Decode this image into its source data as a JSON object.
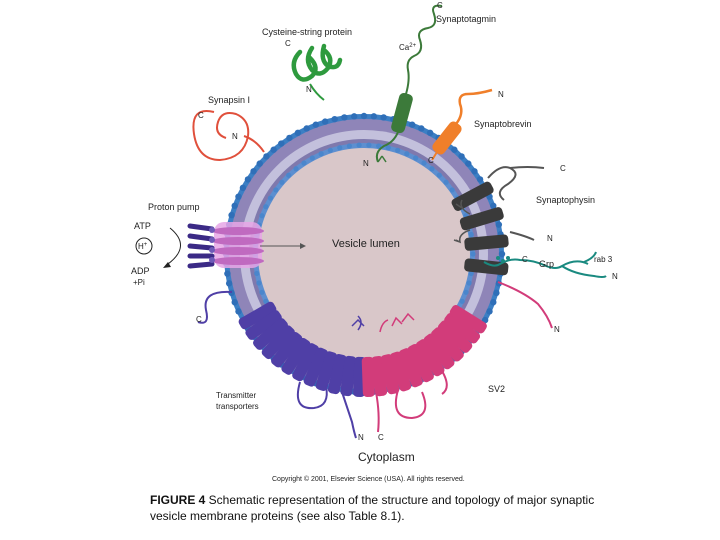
{
  "labels": {
    "cysteine_string": "Cysteine-string protein",
    "synaptotagmin": "Synaptotagmin",
    "synapsin": "Synapsin I",
    "synaptobrevin": "Synaptobrevin",
    "proton_pump": "Proton pump",
    "synaptophysin": "Synaptophysin",
    "vesicle_lumen": "Vesicle lumen",
    "rab3": "rab 3",
    "grp": "Grp",
    "transmitter_transporters": [
      "Transmitter",
      "transporters"
    ],
    "sv2": "SV2",
    "cytoplasm": "Cytoplasm",
    "ca": "Ca",
    "ca_sup": "2+",
    "atp": "ATP",
    "h": "H",
    "h_sup": "+",
    "adp": "ADP",
    "pi": "+Pi",
    "c": "C",
    "n": "N"
  },
  "copyright": "Copyright © 2001, Elsevier Science (USA). All rights reserved.",
  "caption": {
    "figure": "FIGURE 4",
    "text": " Schematic representation of the structure and topology of major synaptic vesicle membrane proteins (see also Table 8.1)."
  },
  "colors": {
    "lumen": "#d9c7c9",
    "bilayer_outer": "#3c7fc4",
    "tail": "#8a7fb0",
    "cysteine_string": "#2e9a3e",
    "synaptotagmin": "#3c7a3a",
    "synaptobrevin": "#f07f2a",
    "synapsin": "#e0503c",
    "synaptophysin": "#3a3a3a",
    "proton_pump": "#d690d6",
    "transporter": "#4f3fa6",
    "sv2": "#d23c7a",
    "rab3": "#1a8a80"
  }
}
